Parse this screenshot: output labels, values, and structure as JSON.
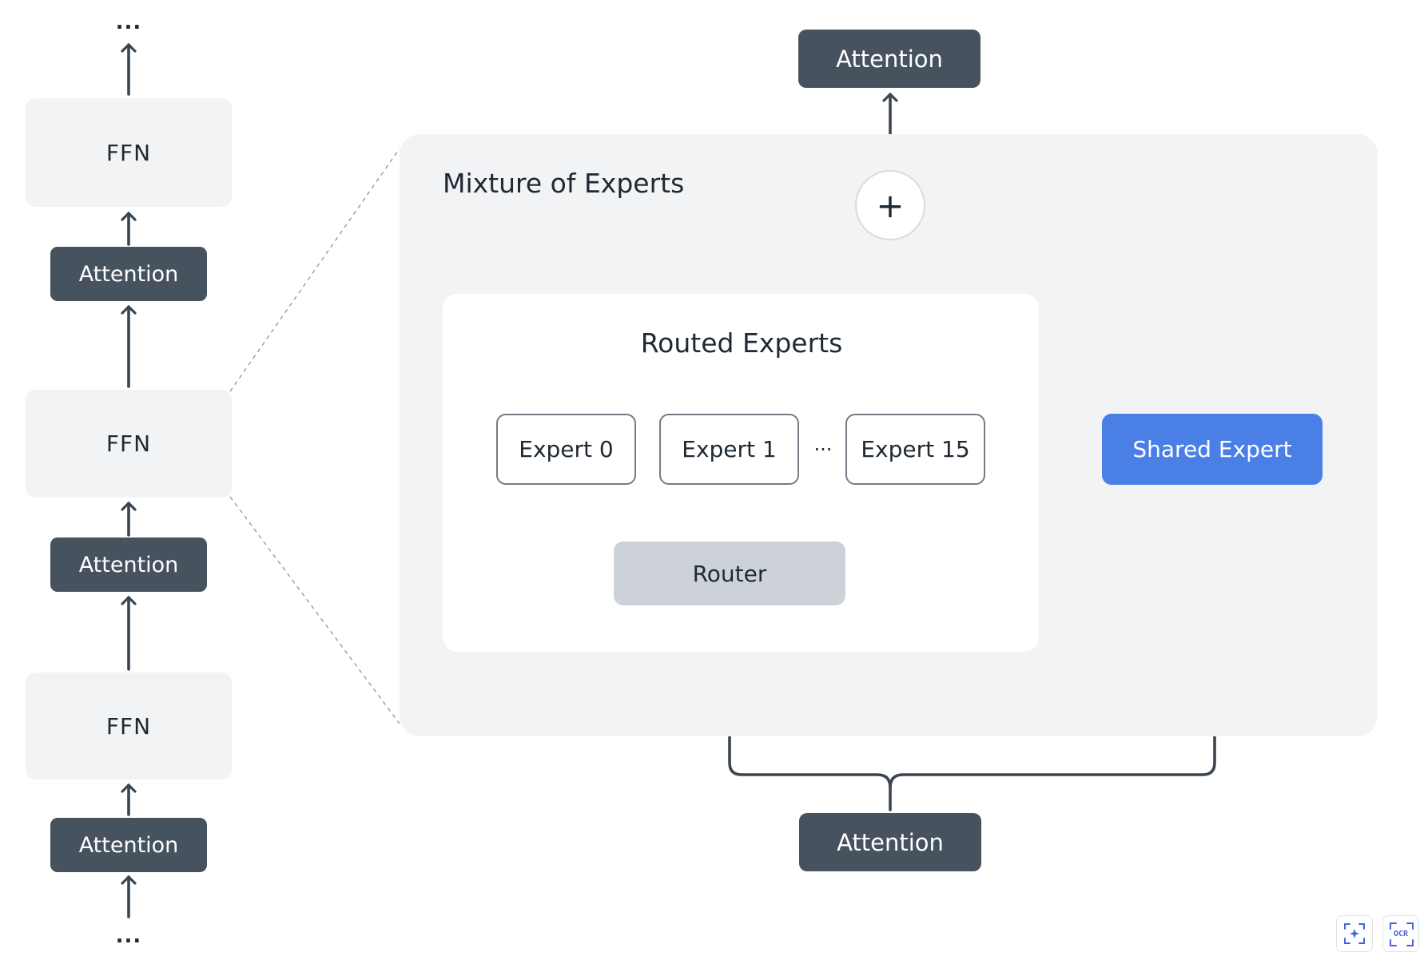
{
  "left_stack": {
    "top_dots": "...",
    "bottom_dots": "...",
    "ffn_labels": [
      "FFN",
      "FFN",
      "FFN"
    ],
    "attention_labels": [
      "Attention",
      "Attention",
      "Attention"
    ]
  },
  "moe": {
    "title": "Mixture of Experts",
    "top_attention": "Attention",
    "bottom_attention": "Attention",
    "combine_symbol": "+",
    "routed": {
      "title": "Routed Experts",
      "experts": [
        "Expert 0",
        "Expert 1",
        "Expert 15"
      ],
      "ellipsis": "···",
      "router": "Router"
    },
    "shared_expert": "Shared Expert"
  },
  "colors": {
    "dark_node": "#46525e",
    "panel_bg": "#f2f3f5",
    "shared_accent": "#4a7fe6",
    "router_bg": "#cdd2d8",
    "wire": "#3a4550"
  },
  "toolbar": {
    "icons": [
      "smart-scan-icon",
      "ocr-icon"
    ],
    "ocr_text": "OCR"
  }
}
